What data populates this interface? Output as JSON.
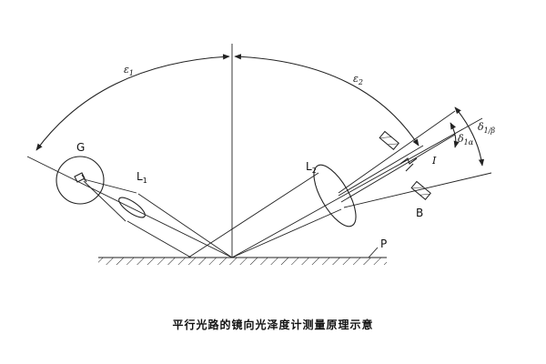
{
  "labels": {
    "G": "G",
    "L": "L",
    "L1_sub": "1",
    "L2_sub": "2",
    "B": "B",
    "P": "P",
    "I": "I",
    "epsilon": "ε",
    "eps1_sub": "1",
    "eps2_sub": "2",
    "delta": "δ",
    "d1a_sub": "1α",
    "d1b_sub": "1/β"
  },
  "caption": "平行光路的镜向光泽度计测量原理示意"
}
